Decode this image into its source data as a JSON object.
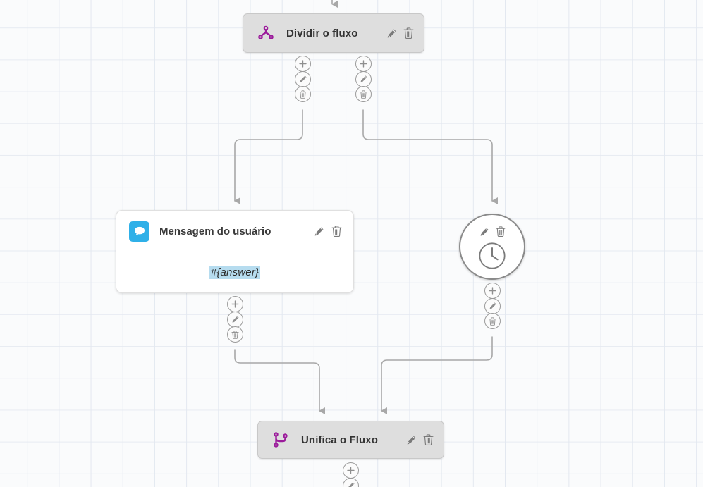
{
  "canvas": {
    "background_color": "#fafbfc",
    "grid_color": "#e3e8f0",
    "grid_size": 45
  },
  "palette": {
    "node_fill": "#dedede",
    "node_border": "#c8c8c8",
    "split_icon_color": "#9b1b9b",
    "merge_icon_color": "#9b1b9b",
    "message_icon_bg": "#2fb0e8",
    "variable_highlight": "#b6dcef",
    "edge_color": "#a8a8a8",
    "action_icon_color": "#777777"
  },
  "nodes": {
    "split": {
      "title": "Dividir o fluxo",
      "icon": "split-flow-icon",
      "edit_label": "edit-icon",
      "delete_label": "trash-icon"
    },
    "message": {
      "title": "Mensagem do usuário",
      "icon": "speech-bubble-icon",
      "variable": "#{answer}",
      "edit_label": "edit-icon",
      "delete_label": "trash-icon"
    },
    "delay": {
      "icon": "clock-icon",
      "edit_label": "edit-icon",
      "delete_label": "trash-icon"
    },
    "merge": {
      "title": "Unifica o Fluxo",
      "icon": "merge-flow-icon",
      "edit_label": "edit-icon",
      "delete_label": "trash-icon"
    }
  },
  "connectors": {
    "add_label": "plus-icon",
    "edit_label": "pencil-icon",
    "delete_label": "trash-icon"
  }
}
